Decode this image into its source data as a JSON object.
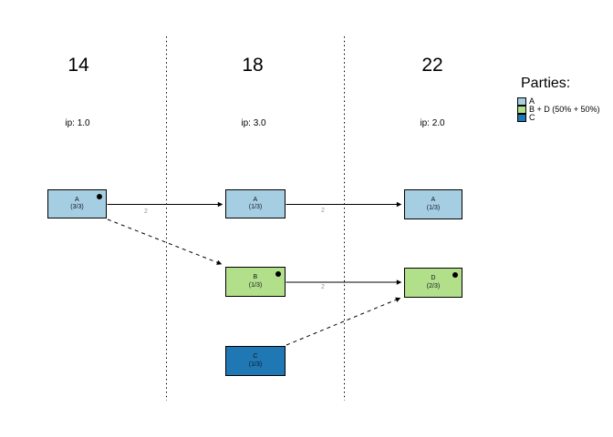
{
  "figure": {
    "columns": [
      {
        "year": "14",
        "ip_label": "ip: 1.0"
      },
      {
        "year": "18",
        "ip_label": "ip: 3.0"
      },
      {
        "year": "22",
        "ip_label": "ip: 2.0"
      }
    ],
    "legend": {
      "title": "Parties:",
      "items": [
        {
          "label": "A",
          "color": "#A6CEE3"
        },
        {
          "label": "B + D (50% + 50%)",
          "color": "#B2DF8A"
        },
        {
          "label": "C",
          "color": "#1F78B4"
        }
      ]
    },
    "nodes": [
      {
        "id": "A-14",
        "name": "A",
        "share": "(3/3)",
        "color": "#A6CEE3",
        "dot": true
      },
      {
        "id": "A-18",
        "name": "A",
        "share": "(1/3)",
        "color": "#A6CEE3",
        "dot": false
      },
      {
        "id": "A-22",
        "name": "A",
        "share": "(1/3)",
        "color": "#A6CEE3",
        "dot": false
      },
      {
        "id": "B-18",
        "name": "B",
        "share": "(1/3)",
        "color": "#B2DF8A",
        "dot": true
      },
      {
        "id": "D-22",
        "name": "D",
        "share": "(2/3)",
        "color": "#B2DF8A",
        "dot": true
      },
      {
        "id": "C-18",
        "name": "C",
        "share": "(1/3)",
        "color": "#1F78B4",
        "dot": false
      }
    ],
    "edges": [
      {
        "from": "A-14",
        "to": "A-18",
        "label": "2",
        "style": "solid"
      },
      {
        "from": "A-18",
        "to": "A-22",
        "label": "2",
        "style": "solid"
      },
      {
        "from": "B-18",
        "to": "D-22",
        "label": "2",
        "style": "solid"
      },
      {
        "from": "A-14",
        "to": "B-18",
        "label": "",
        "style": "dashed"
      },
      {
        "from": "C-18",
        "to": "D-22",
        "label": "",
        "style": "dashed"
      }
    ],
    "colors": {
      "line": "#000000",
      "edge_label": "#8a95a6",
      "node_text": "#10141f",
      "background": "#ffffff"
    }
  }
}
